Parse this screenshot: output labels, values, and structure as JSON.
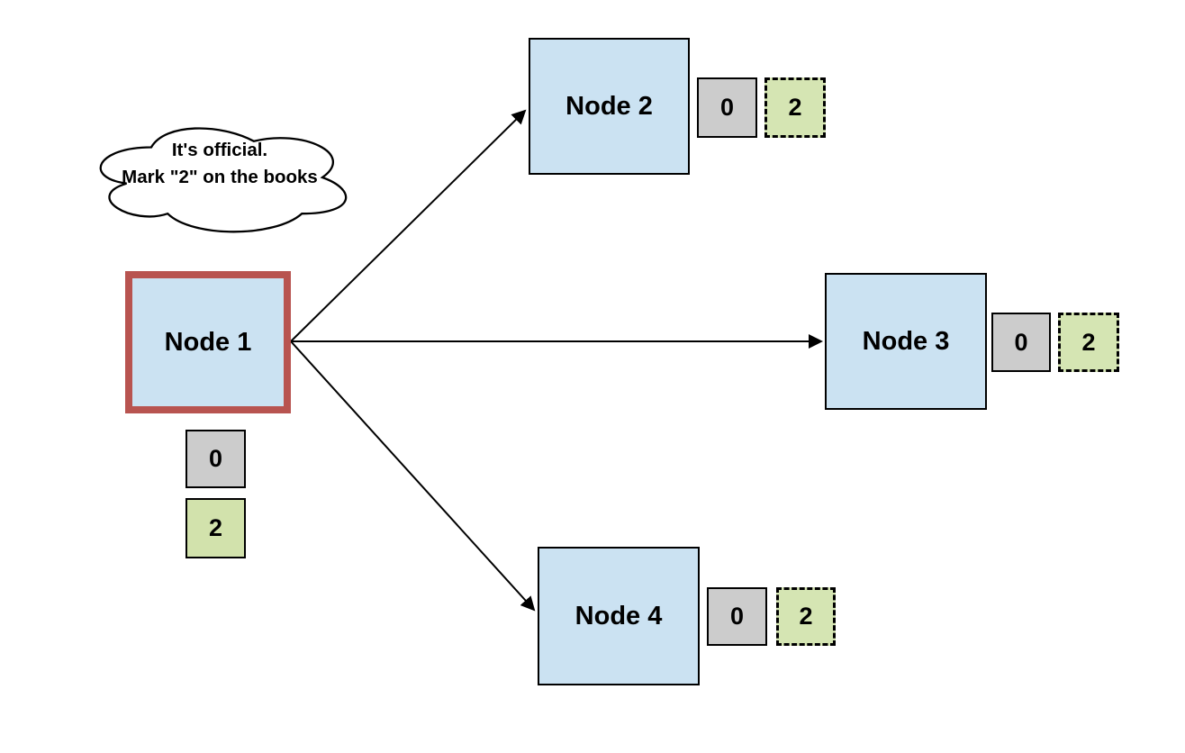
{
  "diagram": {
    "cloud": {
      "lines": [
        "It's official.",
        "Mark \"2\" on the books"
      ]
    },
    "nodes": [
      {
        "id": "node1",
        "label": "Node 1",
        "values": [
          "0",
          "2"
        ],
        "highlight": true
      },
      {
        "id": "node2",
        "label": "Node 2",
        "values": [
          "0",
          "2"
        ],
        "highlight": false
      },
      {
        "id": "node3",
        "label": "Node 3",
        "values": [
          "0",
          "2"
        ],
        "highlight": false
      },
      {
        "id": "node4",
        "label": "Node 4",
        "values": [
          "0",
          "2"
        ],
        "highlight": false
      }
    ],
    "edges": [
      {
        "from": "Node 1",
        "to": "Node 2"
      },
      {
        "from": "Node 1",
        "to": "Node 3"
      },
      {
        "from": "Node 1",
        "to": "Node 4"
      }
    ],
    "colors": {
      "node_fill": "#cbe2f2",
      "node_border": "#000000",
      "highlight_border": "#b85450",
      "gray_box": "#cccccc",
      "green_box": "#d2e2ac",
      "background": "#ffffff"
    }
  }
}
